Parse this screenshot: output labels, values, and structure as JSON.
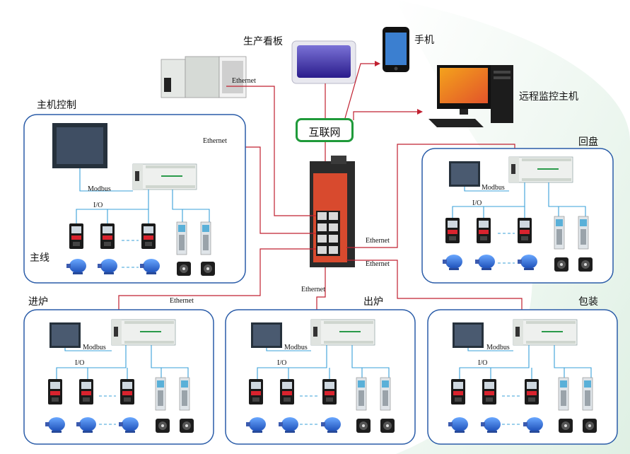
{
  "labels": {
    "board": "生产看板",
    "phone": "手机",
    "remote_host": "远程监控主机",
    "internet": "互联网",
    "main_control": "主机控制",
    "main_line": "主线",
    "turntable": "回盘",
    "furnace_in": "进炉",
    "furnace_out": "出炉",
    "packing": "包装"
  },
  "protocols": {
    "ethernet": "Ethernet",
    "modbus": "Modbus",
    "io": "I/O"
  },
  "colors": {
    "network_line": "#c02030",
    "field_line": "#3aa0d8",
    "panel_border": "#2a5ca8",
    "internet_border": "#1f9a3a",
    "switch_body": "#d84a2e"
  }
}
